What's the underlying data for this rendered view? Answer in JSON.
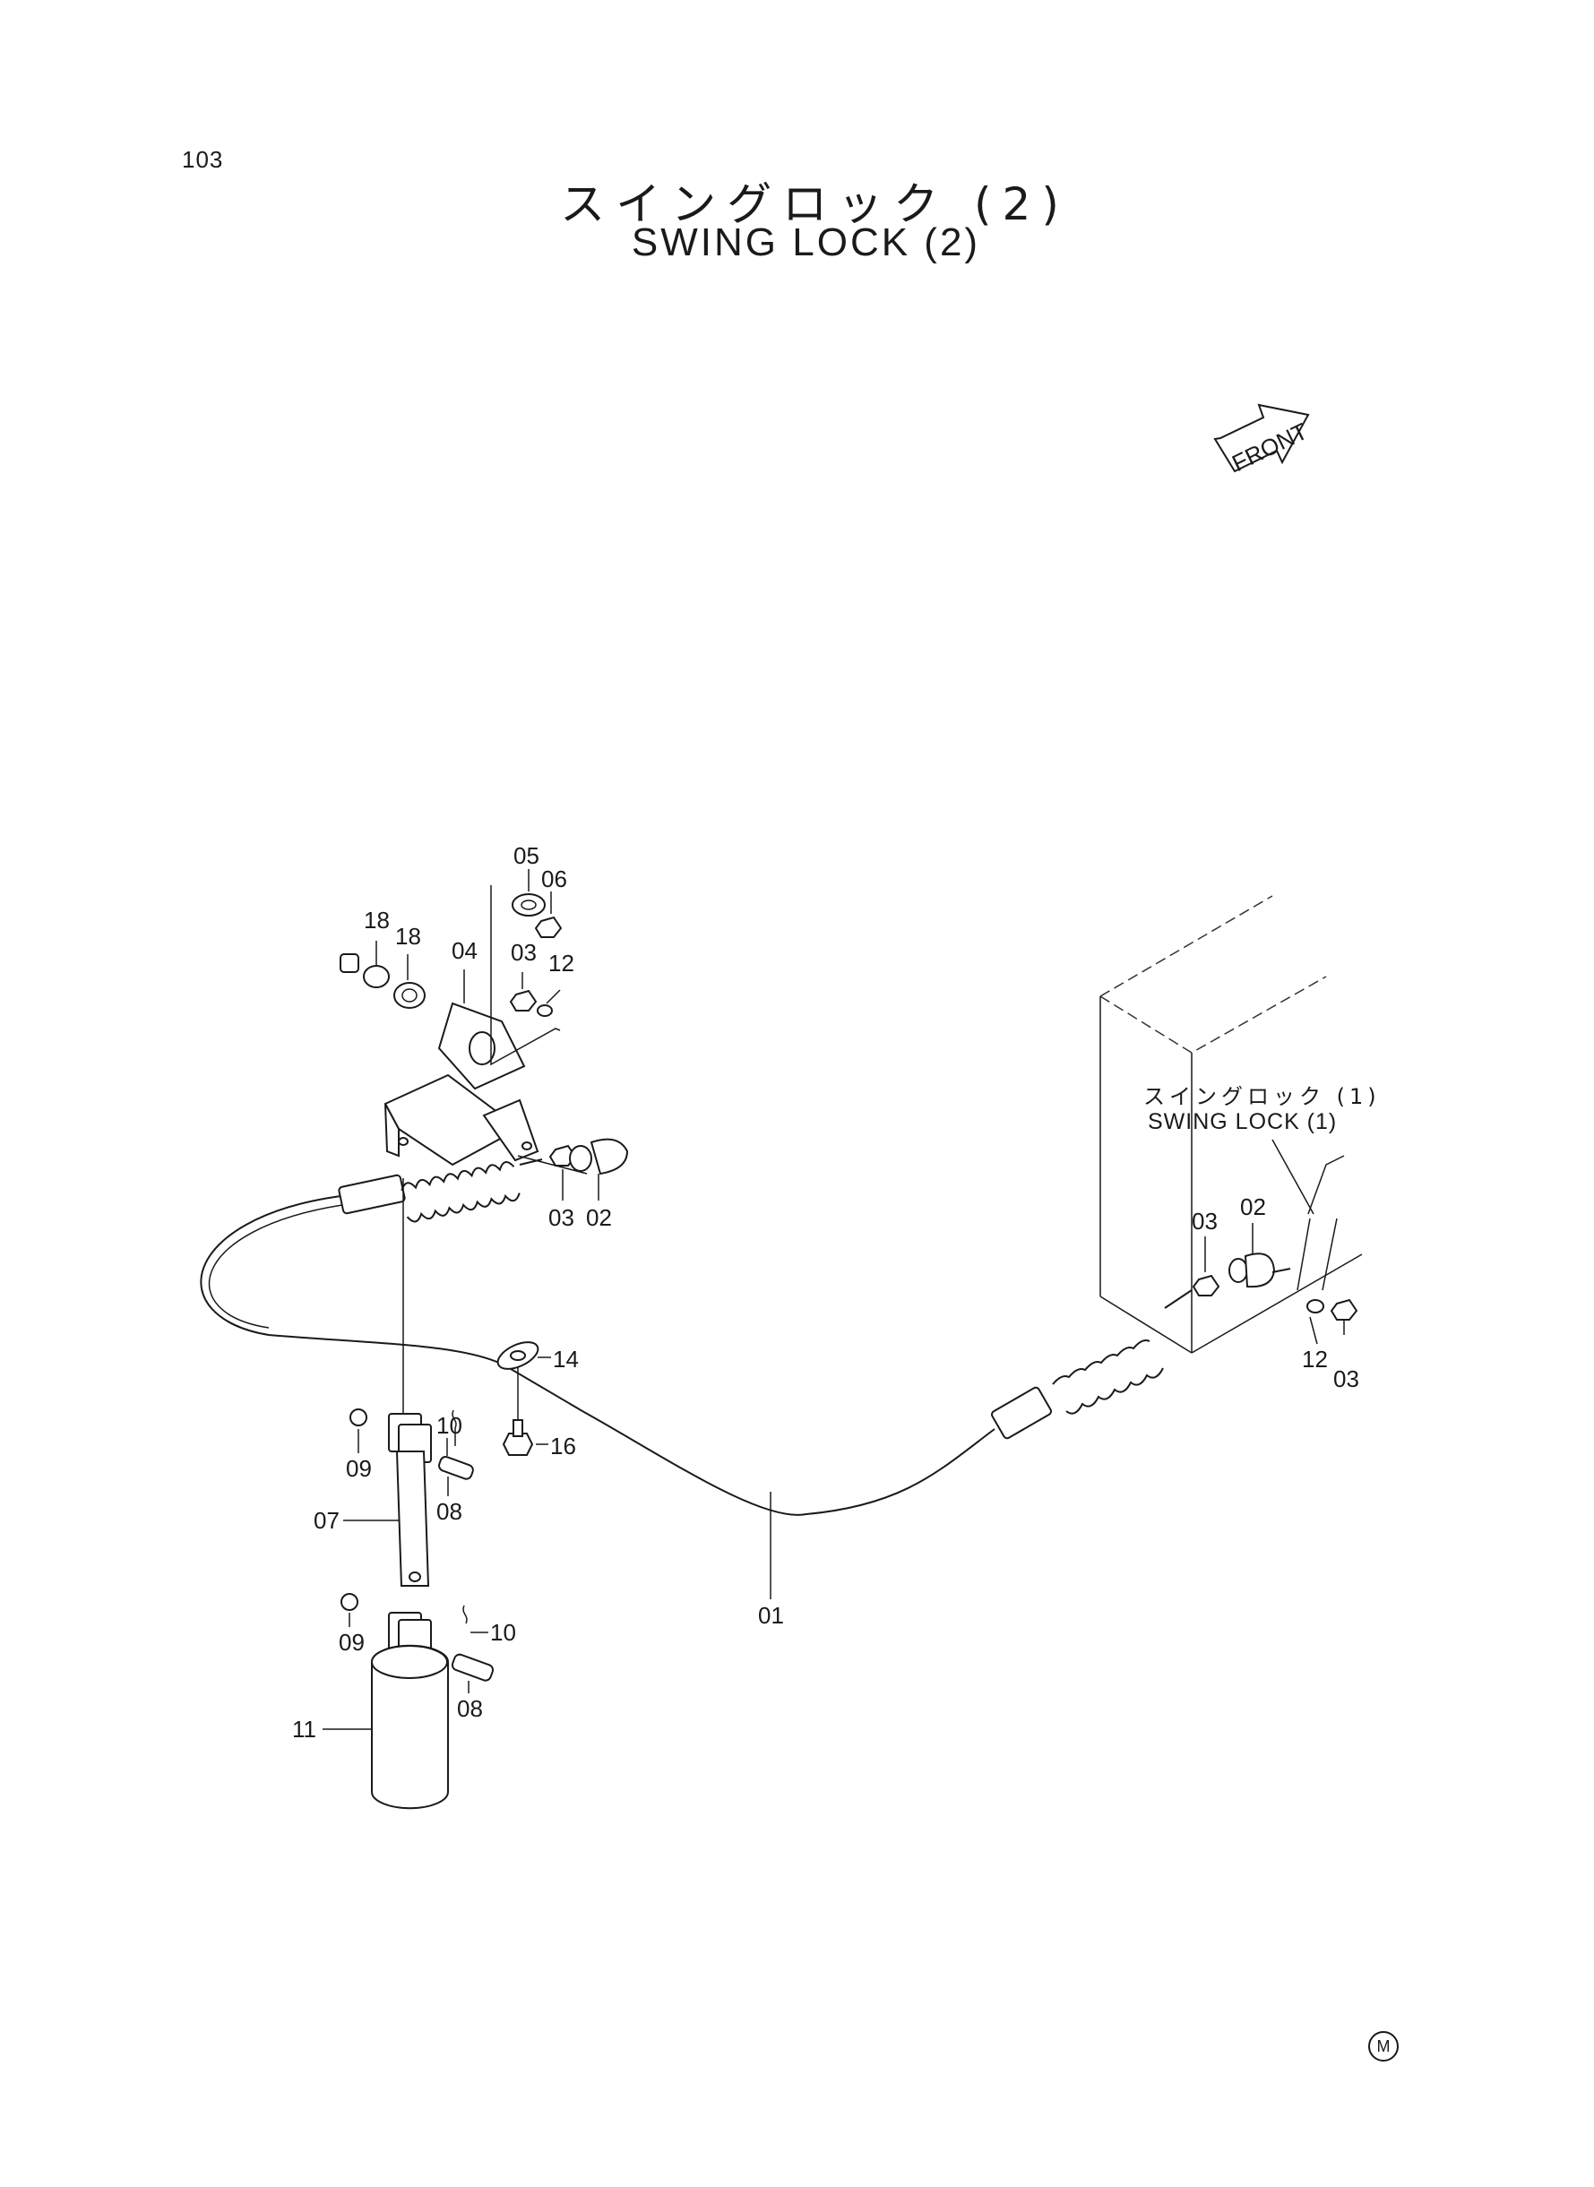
{
  "page_number": "103",
  "title_jp": "スイングロック (2)",
  "title_en": "SWING LOCK (2)",
  "front_label": "FRONT",
  "reference": {
    "jp": "スイングロック (1)",
    "en": "SWING LOCK (1)"
  },
  "mark": "M",
  "callouts": [
    {
      "id": "c-05",
      "label": "05"
    },
    {
      "id": "c-06",
      "label": "06"
    },
    {
      "id": "c-18a",
      "label": "18"
    },
    {
      "id": "c-18b",
      "label": "18"
    },
    {
      "id": "c-04",
      "label": "04"
    },
    {
      "id": "c-03a",
      "label": "03"
    },
    {
      "id": "c-12a",
      "label": "12"
    },
    {
      "id": "c-03b",
      "label": "03"
    },
    {
      "id": "c-02a",
      "label": "02"
    },
    {
      "id": "c-14",
      "label": "14"
    },
    {
      "id": "c-16",
      "label": "16"
    },
    {
      "id": "c-10a",
      "label": "10"
    },
    {
      "id": "c-09a",
      "label": "09"
    },
    {
      "id": "c-08a",
      "label": "08"
    },
    {
      "id": "c-07",
      "label": "07"
    },
    {
      "id": "c-09b",
      "label": "09"
    },
    {
      "id": "c-10b",
      "label": "10"
    },
    {
      "id": "c-08b",
      "label": "08"
    },
    {
      "id": "c-11",
      "label": "11"
    },
    {
      "id": "c-01",
      "label": "01"
    },
    {
      "id": "c-03c",
      "label": "03"
    },
    {
      "id": "c-02b",
      "label": "02"
    },
    {
      "id": "c-12b",
      "label": "12"
    },
    {
      "id": "c-03d",
      "label": "03"
    }
  ]
}
